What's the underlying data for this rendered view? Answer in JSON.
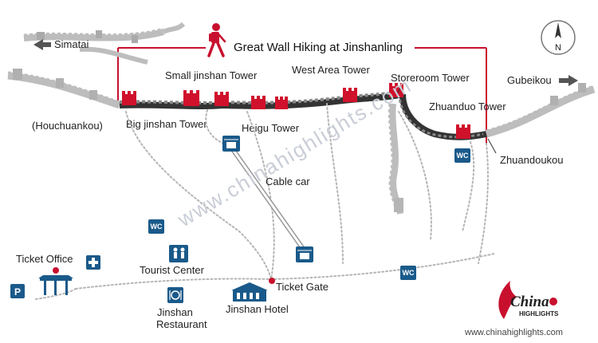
{
  "title": "Great Wall Hiking at Jinshanling",
  "compass": {
    "letter": "N",
    "icon": "compass-north-icon"
  },
  "directions": [
    {
      "id": "simatai",
      "label": "Simatai",
      "arrow": "left"
    },
    {
      "id": "gubeikou",
      "label": "Gubeikou",
      "arrow": "right"
    }
  ],
  "wall_labels": {
    "houchuankou": "(Houchuankou)",
    "big_jinshan": "Big jinshan Tower",
    "small_jinshan": "Small jinshan Tower",
    "heigu": "Heigu Tower",
    "west_area": "West Area Tower",
    "storeroom": "Storeroom Tower",
    "zhuanduo": "Zhuanduo Tower",
    "zhuandoukou": "Zhuandoukou"
  },
  "facilities": {
    "cable_car": "Cable car",
    "ticket_office": "Ticket Office",
    "tourist_center": "Tourist Center",
    "ticket_gate": "Ticket Gate",
    "jinshan_hotel": "Jinshan Hotel",
    "restaurant_line1": "Jinshan",
    "restaurant_line2": "Restaurant",
    "wc": "WC",
    "parking": "P"
  },
  "watermark": "www.chinahighlights.com",
  "logo": {
    "line1": "China",
    "line2": "HIGHLIGHTS"
  },
  "footer_url": "www.chinahighlights.com",
  "colors": {
    "route_red": "#c8102e",
    "wall_gray": "#bdbdbd",
    "wall_dark": "#333333",
    "tower_red": "#d0112b",
    "icon_blue": "#1a5a8a",
    "dots": "#b5b5b5"
  }
}
